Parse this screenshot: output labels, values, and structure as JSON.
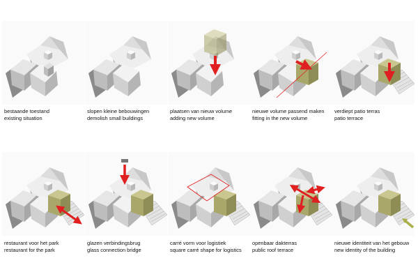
{
  "panels": [
    {
      "nl": "bestaande toestand",
      "en": "existing situation"
    },
    {
      "nl": "slopen kleine bebouwingen",
      "en": "demolish small buildings"
    },
    {
      "nl": "plaatsen van nieuw volume",
      "en": "adding new volume"
    },
    {
      "nl": "nieuwe volume passend maken",
      "en": "fitting in the new volume"
    },
    {
      "nl": "verdiept patio terras",
      "en": "patio terrace"
    },
    {
      "nl": "restaurant voor het park",
      "en": "restaurant for the park"
    },
    {
      "nl": "glazen verbindingsbrug",
      "en": "glass connection bridge"
    },
    {
      "nl": "carré vorm voor logistiek",
      "en": "square carré shape for logistics"
    },
    {
      "nl": "openbaar dakterras",
      "en": "public roof terrace"
    },
    {
      "nl": "nieuwe identiteit van het gebouw",
      "en": "new identity of the building"
    }
  ],
  "colors": {
    "volume": "#a9a86a",
    "arrow": "#e02020",
    "marker": "#a9b04a"
  }
}
